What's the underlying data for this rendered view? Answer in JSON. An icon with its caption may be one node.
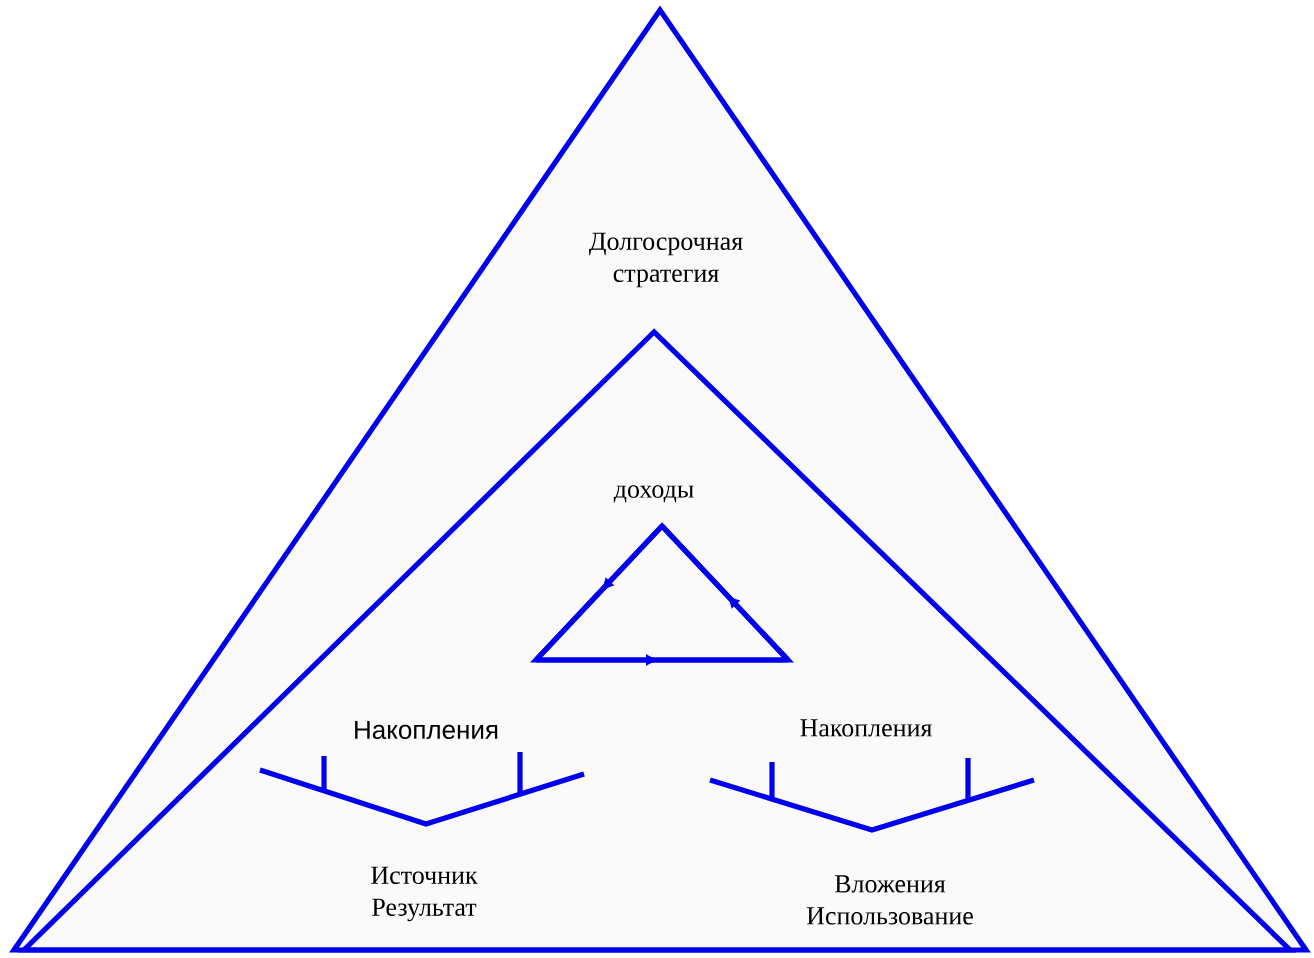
{
  "diagram": {
    "nodes": [
      {
        "text": [
          "Долгосрочная стратегия"
        ]
      },
      {
        "text": [
          "доходы"
        ],
        "in": 0
      },
      {
        "text": [],
        "shape": "triangle",
        "in": 1
      }
    ],
    "labels": [
      "Накопления",
      "Источник Результат",
      "Накопления",
      "Вложения Использование"
    ]
  }
}
